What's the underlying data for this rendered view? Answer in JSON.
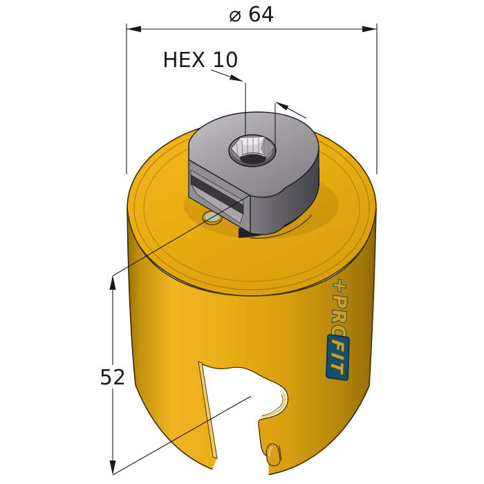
{
  "page": {
    "background": "#ffffff",
    "description_labels_visible": 3
  },
  "annotations": {
    "diameter": {
      "label": "⌀ 64"
    },
    "socket": {
      "label": "HEX 10"
    },
    "height": {
      "label": "52"
    }
  },
  "product": {
    "logo": {
      "outline_segment": "+PRO·",
      "boxed_segment": "FIT"
    },
    "colors": {
      "body_yellow": "#E0A511",
      "body_yellow_highlight": "#F2B928",
      "body_yellow_shadow": "#8A6608",
      "cut_edge_yellow": "#F2CC66",
      "hub_gray_light": "#C2C0C4",
      "hub_gray_dark": "#44424A",
      "knurl_dark": "#232125",
      "logo_blue": "#17506A",
      "logo_letter_yellow": "#D7A012",
      "drawing_line": "#1A1A1A"
    }
  }
}
